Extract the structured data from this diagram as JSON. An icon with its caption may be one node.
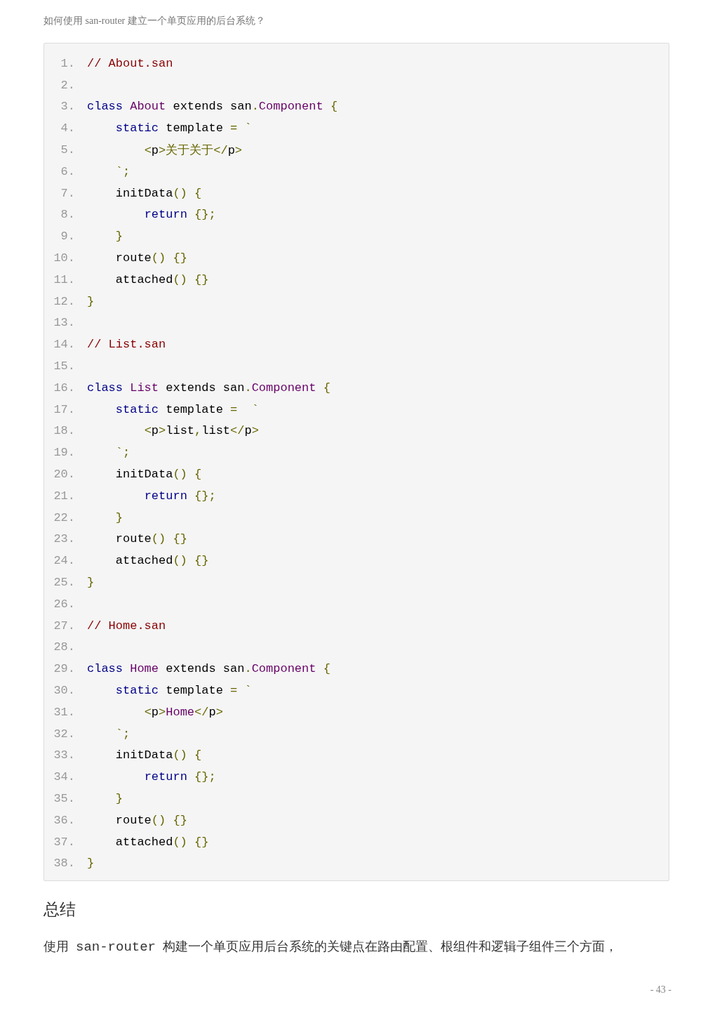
{
  "diagram": {
    "labels": [
      "如何使用 san-router 建立一个单页应用的后台系统？",
      "1.",
      "// About.san",
      "2.",
      "3.",
      "class About extends san.Component {",
      "4.",
      "    static template = `",
      "5.",
      "        <p>关于关于</p>",
      "6.",
      "    `;",
      "7.",
      "    initData() {",
      "8.",
      "        return {};",
      "9.",
      "    }",
      "10.",
      "    route() {}",
      "11.",
      "    attached() {}",
      "12.",
      "}",
      "13.",
      "14.",
      "// List.san",
      "15.",
      "16.",
      "class List extends san.Component {",
      "17.",
      "    static template =  `",
      "18.",
      "        <p>list,list</p>",
      "19.",
      "    `;",
      "20.",
      "    initData() {",
      "21.",
      "        return {};",
      "22.",
      "    }",
      "23.",
      "    route() {}",
      "24.",
      "    attached() {}",
      "25.",
      "}",
      "26.",
      "27.",
      "// Home.san",
      "28.",
      "29.",
      "class Home extends san.Component {",
      "30.",
      "    static template = `",
      "31.",
      "        <p>Home</p>",
      "32.",
      "    `;",
      "33.",
      "    initData() {",
      "34.",
      "        return {};",
      "35.",
      "    }",
      "36.",
      "    route() {}",
      "37.",
      "    attached() {}",
      "38.",
      "}",
      "总结",
      "使用",
      "san-router",
      "构建一个单页应用后台系统的关键点在路由配置、根组件和逻辑子组件三个方面，",
      "- 43 -"
    ]
  }
}
